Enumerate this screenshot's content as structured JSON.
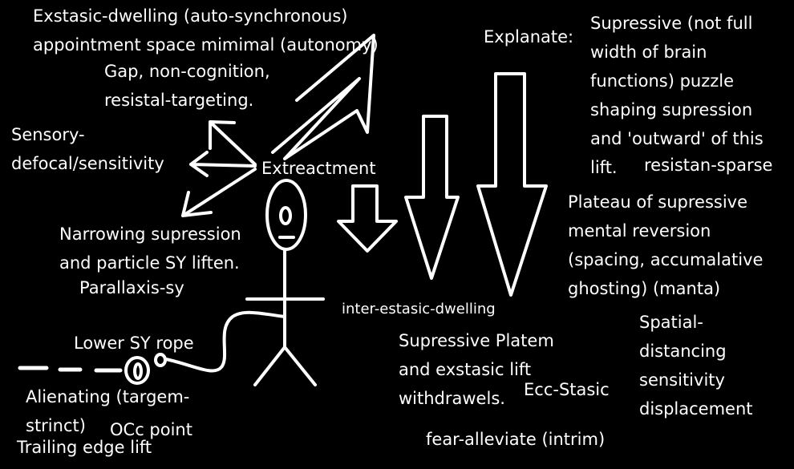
{
  "labels": {
    "exstasic_dwelling": "Exstasic-dwelling (auto-synchronous)\nappointment space mimimal (autonomy)",
    "gap": "Gap, non-cognition,\nresistal-targeting.",
    "sensory": "Sensory-\ndefocal/sensitivity",
    "extreactment": "Extreactment",
    "narrowing": "Narrowing supression\nand particle SY liften.",
    "parallaxis": "Parallaxis-sy",
    "lower_rope": "Lower SY rope",
    "alienating": "Alienating (targem-\nstrinct)",
    "occ_point": "OCc point",
    "trailing": "Trailing edge lift",
    "explanate": "Explanate:",
    "supressive_note": "Supressive (not full\nwidth of brain\nfunctions) puzzle\nshaping supression\nand 'outward' of this\nlift.",
    "resistan": "resistan-sparse",
    "plateau": "Plateau of supressive\nmental reversion\n(spacing, accumalative\nghosting) (manta)",
    "inter_estasic": "inter-estasic-dwelling",
    "spatial": "Spatial-\ndistancing\nsensitivity\ndisplacement",
    "platem": "Supressive Platem\nand exstasic lift\nwithdrawels.",
    "ecc_stasic": "Ecc-Stasic",
    "fear": "fear-alleviate (intrim)"
  }
}
